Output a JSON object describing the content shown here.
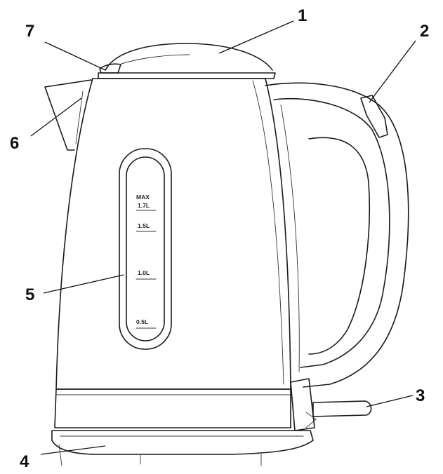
{
  "callouts": [
    {
      "number": "1",
      "part": "lid"
    },
    {
      "number": "2",
      "part": "lid-release-button"
    },
    {
      "number": "3",
      "part": "power-switch"
    },
    {
      "number": "4",
      "part": "power-base"
    },
    {
      "number": "5",
      "part": "water-level-window"
    },
    {
      "number": "6",
      "part": "spout"
    },
    {
      "number": "7",
      "part": "filter"
    }
  ],
  "gauge": {
    "max_label": "MAX",
    "max_volume": "1.7L",
    "mark_1": "1.5L",
    "mark_2": "1.0L",
    "mark_3": "0.5L"
  },
  "colors": {
    "line": "#1a1a1a",
    "background": "#ffffff"
  }
}
